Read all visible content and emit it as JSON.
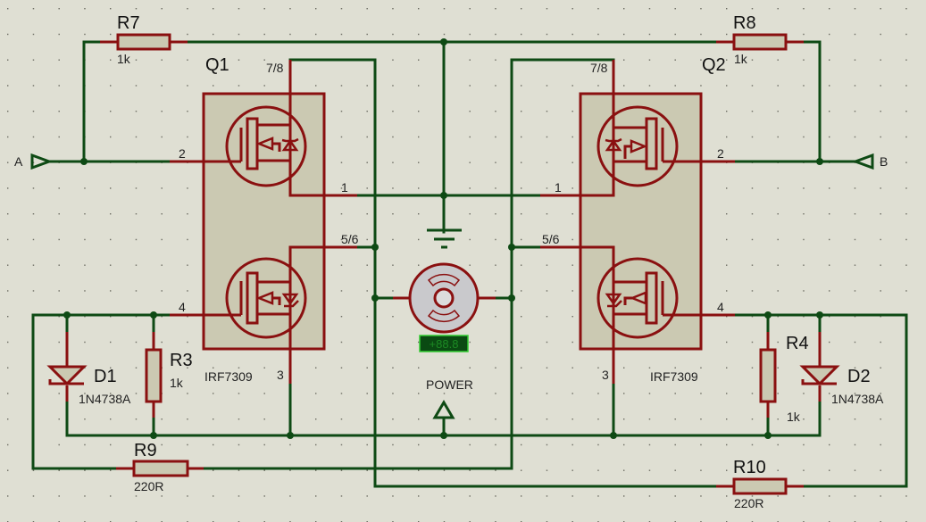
{
  "schematic": {
    "ports": {
      "a": "A",
      "b": "B"
    },
    "power_label": "POWER",
    "components": {
      "r7": {
        "ref": "R7",
        "value": "1k"
      },
      "r8": {
        "ref": "R8",
        "value": "1k"
      },
      "r3": {
        "ref": "R3",
        "value": "1k"
      },
      "r4": {
        "ref": "R4",
        "value": "1k"
      },
      "r9": {
        "ref": "R9",
        "value": "220R"
      },
      "r10": {
        "ref": "R10",
        "value": "220R"
      },
      "d1": {
        "ref": "D1",
        "value": "1N4738A"
      },
      "d2": {
        "ref": "D2",
        "value": "1N4738A"
      },
      "q1": {
        "ref": "Q1",
        "value": "IRF7309"
      },
      "q2": {
        "ref": "Q2",
        "value": "IRF7309"
      },
      "motor": {
        "readout": "+88.8"
      }
    },
    "pins": {
      "q1": {
        "p78": "7/8",
        "p2": "2",
        "p1": "1",
        "p56": "5/6",
        "p4": "4",
        "p3": "3"
      },
      "q2": {
        "p78": "7/8",
        "p2": "2",
        "p1": "1",
        "p56": "5/6",
        "p4": "4",
        "p3": "3"
      }
    },
    "colors": {
      "wire": "#0e4a14",
      "component": "#8a1010",
      "body": "#cbc9b2",
      "background": "#dfdfd3",
      "display": "#0a4a12"
    }
  }
}
